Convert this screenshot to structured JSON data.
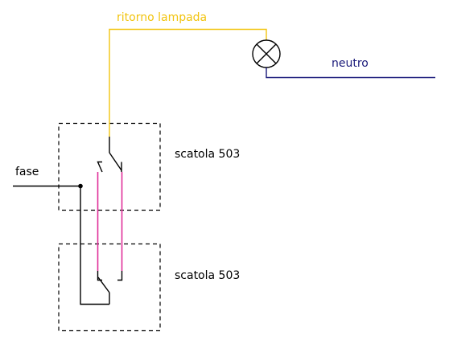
{
  "labels": {
    "lamp_return": "ritorno lampada",
    "neutral": "neutro",
    "phase": "fase",
    "box_top": "scatola 503",
    "box_bottom": "scatola 503"
  },
  "colors": {
    "lamp_return": "#f2c40f",
    "neutral": "#1a1a7a",
    "traveler": "#e0309a",
    "wire": "#000000",
    "box_outline": "#000000"
  },
  "symbols": {
    "lamp": "lamp-icon",
    "switch_top": "deviator-switch-icon",
    "switch_bottom": "deviator-switch-icon"
  }
}
